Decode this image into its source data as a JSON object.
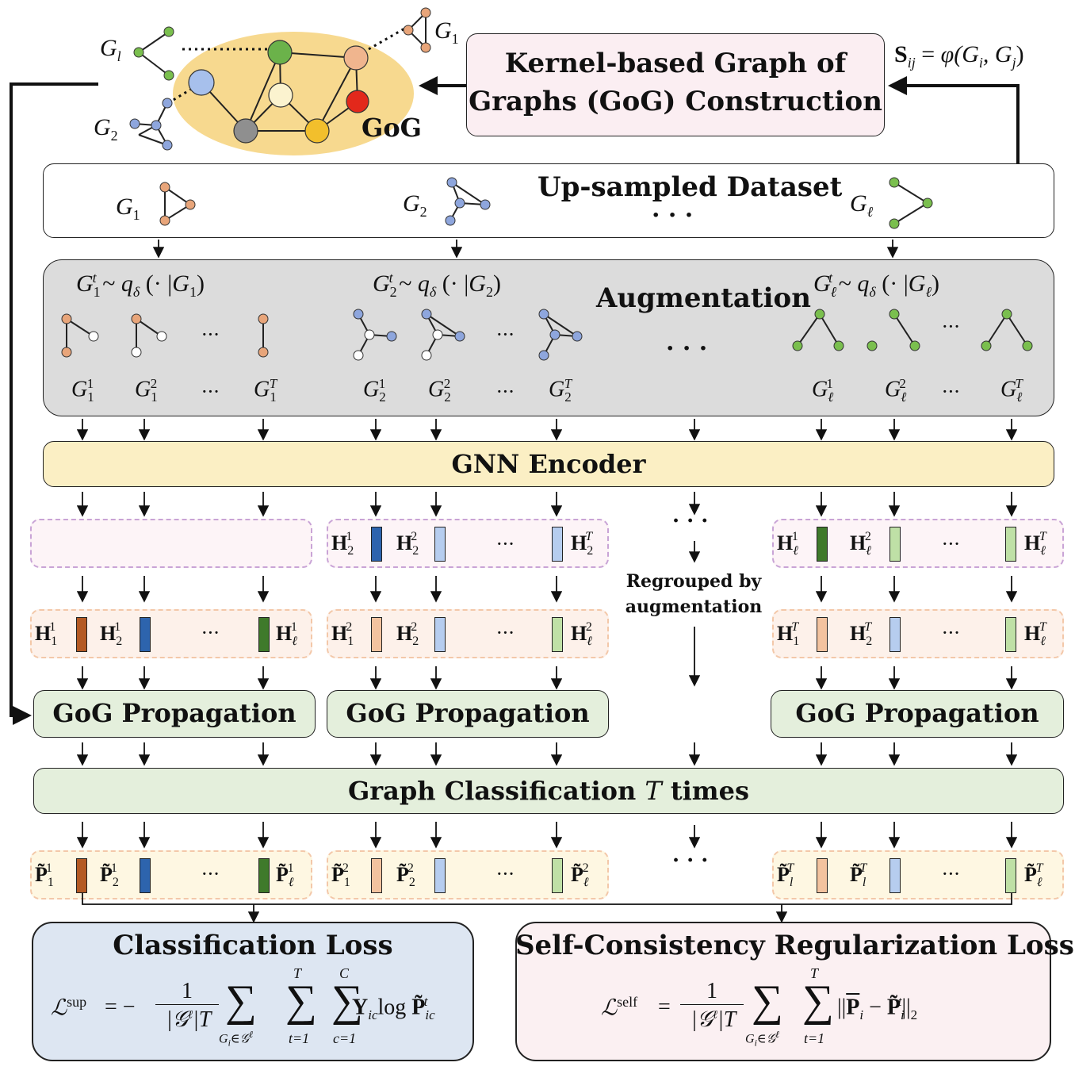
{
  "colors": {
    "kernel_box_bg": "#fbeef2",
    "gog_ellipse": "#f7d98f",
    "aug_bg": "#dcdcdc",
    "encoder_bg": "#fbefc4",
    "prop_bg": "#e4efdc",
    "emb_pink_bg": "#fdf4f7",
    "emb_pink_border": "#c9a4d6",
    "emb_peach_bg": "#fdf1ea",
    "emb_peach_border": "#f3c8a9",
    "pred_bg": "#fef7e2",
    "pred_border": "#f3c8a9",
    "class_loss_bg": "#dde6f2",
    "self_loss_bg": "#fbf0f2",
    "node_orange": "#e8a57a",
    "node_blue": "#8ea6dd",
    "node_green": "#7abf4e",
    "vec_dark_orange": "#b45a24",
    "vec_dark_blue": "#2d64ad",
    "vec_dark_green": "#3f7a2b",
    "vec_light_orange": "#f3c39f",
    "vec_light_blue": "#b6cdef",
    "vec_light_green": "#bfe0a6"
  },
  "top": {
    "kernel_title_line1": "Kernel-based Graph of",
    "kernel_title_line2": "Graphs (GoG) Construction",
    "similarity": "S",
    "similarity_sub": "ij",
    "similarity_rhs": "= φ(G",
    "similarity_rhs_i": "i",
    "similarity_rhs_mid": ", G",
    "similarity_rhs_j": "j",
    "similarity_rhs_end": ")",
    "gog_label": "GoG",
    "gl_label": "G",
    "gl_sub": "l",
    "g1_label": "G",
    "g1_sub": "1",
    "g2_label": "G",
    "g2_sub": "2"
  },
  "dataset": {
    "title": "Up-sampled Dataset",
    "g1": "G",
    "g1_sub": "1",
    "g2": "G",
    "g2_sub": "2",
    "gl": "G",
    "gl_sub": "ℓ",
    "ellipsis": "· · ·"
  },
  "augmentation": {
    "title": "Augmentation",
    "dist1": "G₁ᵗ ~ q_δ (· |G₁)",
    "dist1_a": "G",
    "dist1_b": "~ q",
    "dist1_c": "(· |G",
    "dist1_d": ")",
    "sub1": "1",
    "sup_t": "t",
    "sub_delta": "δ",
    "sub2": "2",
    "subl": "ℓ",
    "ellipsis": "· · ·",
    "dots": "···",
    "sup_1": "1",
    "sup_2": "2",
    "sup_T": "T"
  },
  "encoder": {
    "title": "GNN Encoder"
  },
  "regroup": {
    "line1": "Regrouped by",
    "line2": "augmentation",
    "ellipsis": "· · ·"
  },
  "embeddings": {
    "H": "H",
    "dots": "···"
  },
  "propagation": {
    "label1": "GoG Propagation",
    "label2": "GoG Propagation",
    "label3": "GoG Propagation"
  },
  "classification": {
    "title_a": "Graph Classification ",
    "title_T": "T",
    "title_b": " times"
  },
  "predictions": {
    "P": "P",
    "dots": "···",
    "ellipsis": "· · ·"
  },
  "losses": {
    "class_title": "Classification Loss",
    "class_lhs": "ℒ",
    "class_lhs_sup": "sup",
    "class_eq": "= −",
    "class_frac_num": "1",
    "class_frac_den": "|𝒢",
    "class_frac_den_sup": "ℓ",
    "class_frac_den_end": "|T",
    "class_sum_sub1": "G",
    "class_sum_sub1_i": "i",
    "class_sum_sub1_rest": "∈𝒢",
    "class_sum_sub1_sup": "ℓ",
    "class_sum2_top": "T",
    "class_sum2_bot": "t=1",
    "class_sum3_top": "C",
    "class_sum3_bot": "c=1",
    "class_Y": "Y",
    "class_Y_sub": "ic",
    "class_log": "log",
    "class_P": "P",
    "class_P_sub": "ic",
    "class_P_sup": "t",
    "self_title": "Self-Consistency Regularization Loss",
    "self_lhs": "ℒ",
    "self_lhs_sup": "self",
    "self_eq": "=",
    "self_frac_num": "1",
    "self_frac_den": "|𝒢",
    "self_frac_den_sup": "ℓ",
    "self_frac_den_end": "|T",
    "self_sum_sub": "G",
    "self_sum_sub_i": "i",
    "self_sum_sub_rest": "∈𝒢",
    "self_sum_sub_sup": "ℓ",
    "self_sum2_top": "T",
    "self_sum2_bot": "t=1",
    "self_norm_open": "||",
    "self_Pbar": "P",
    "self_Pbar_sub": "i",
    "self_minus": "−",
    "self_P": "P",
    "self_P_sub": "i",
    "self_P_sup": "t",
    "self_norm_close": "||",
    "self_norm_sub": "2"
  }
}
